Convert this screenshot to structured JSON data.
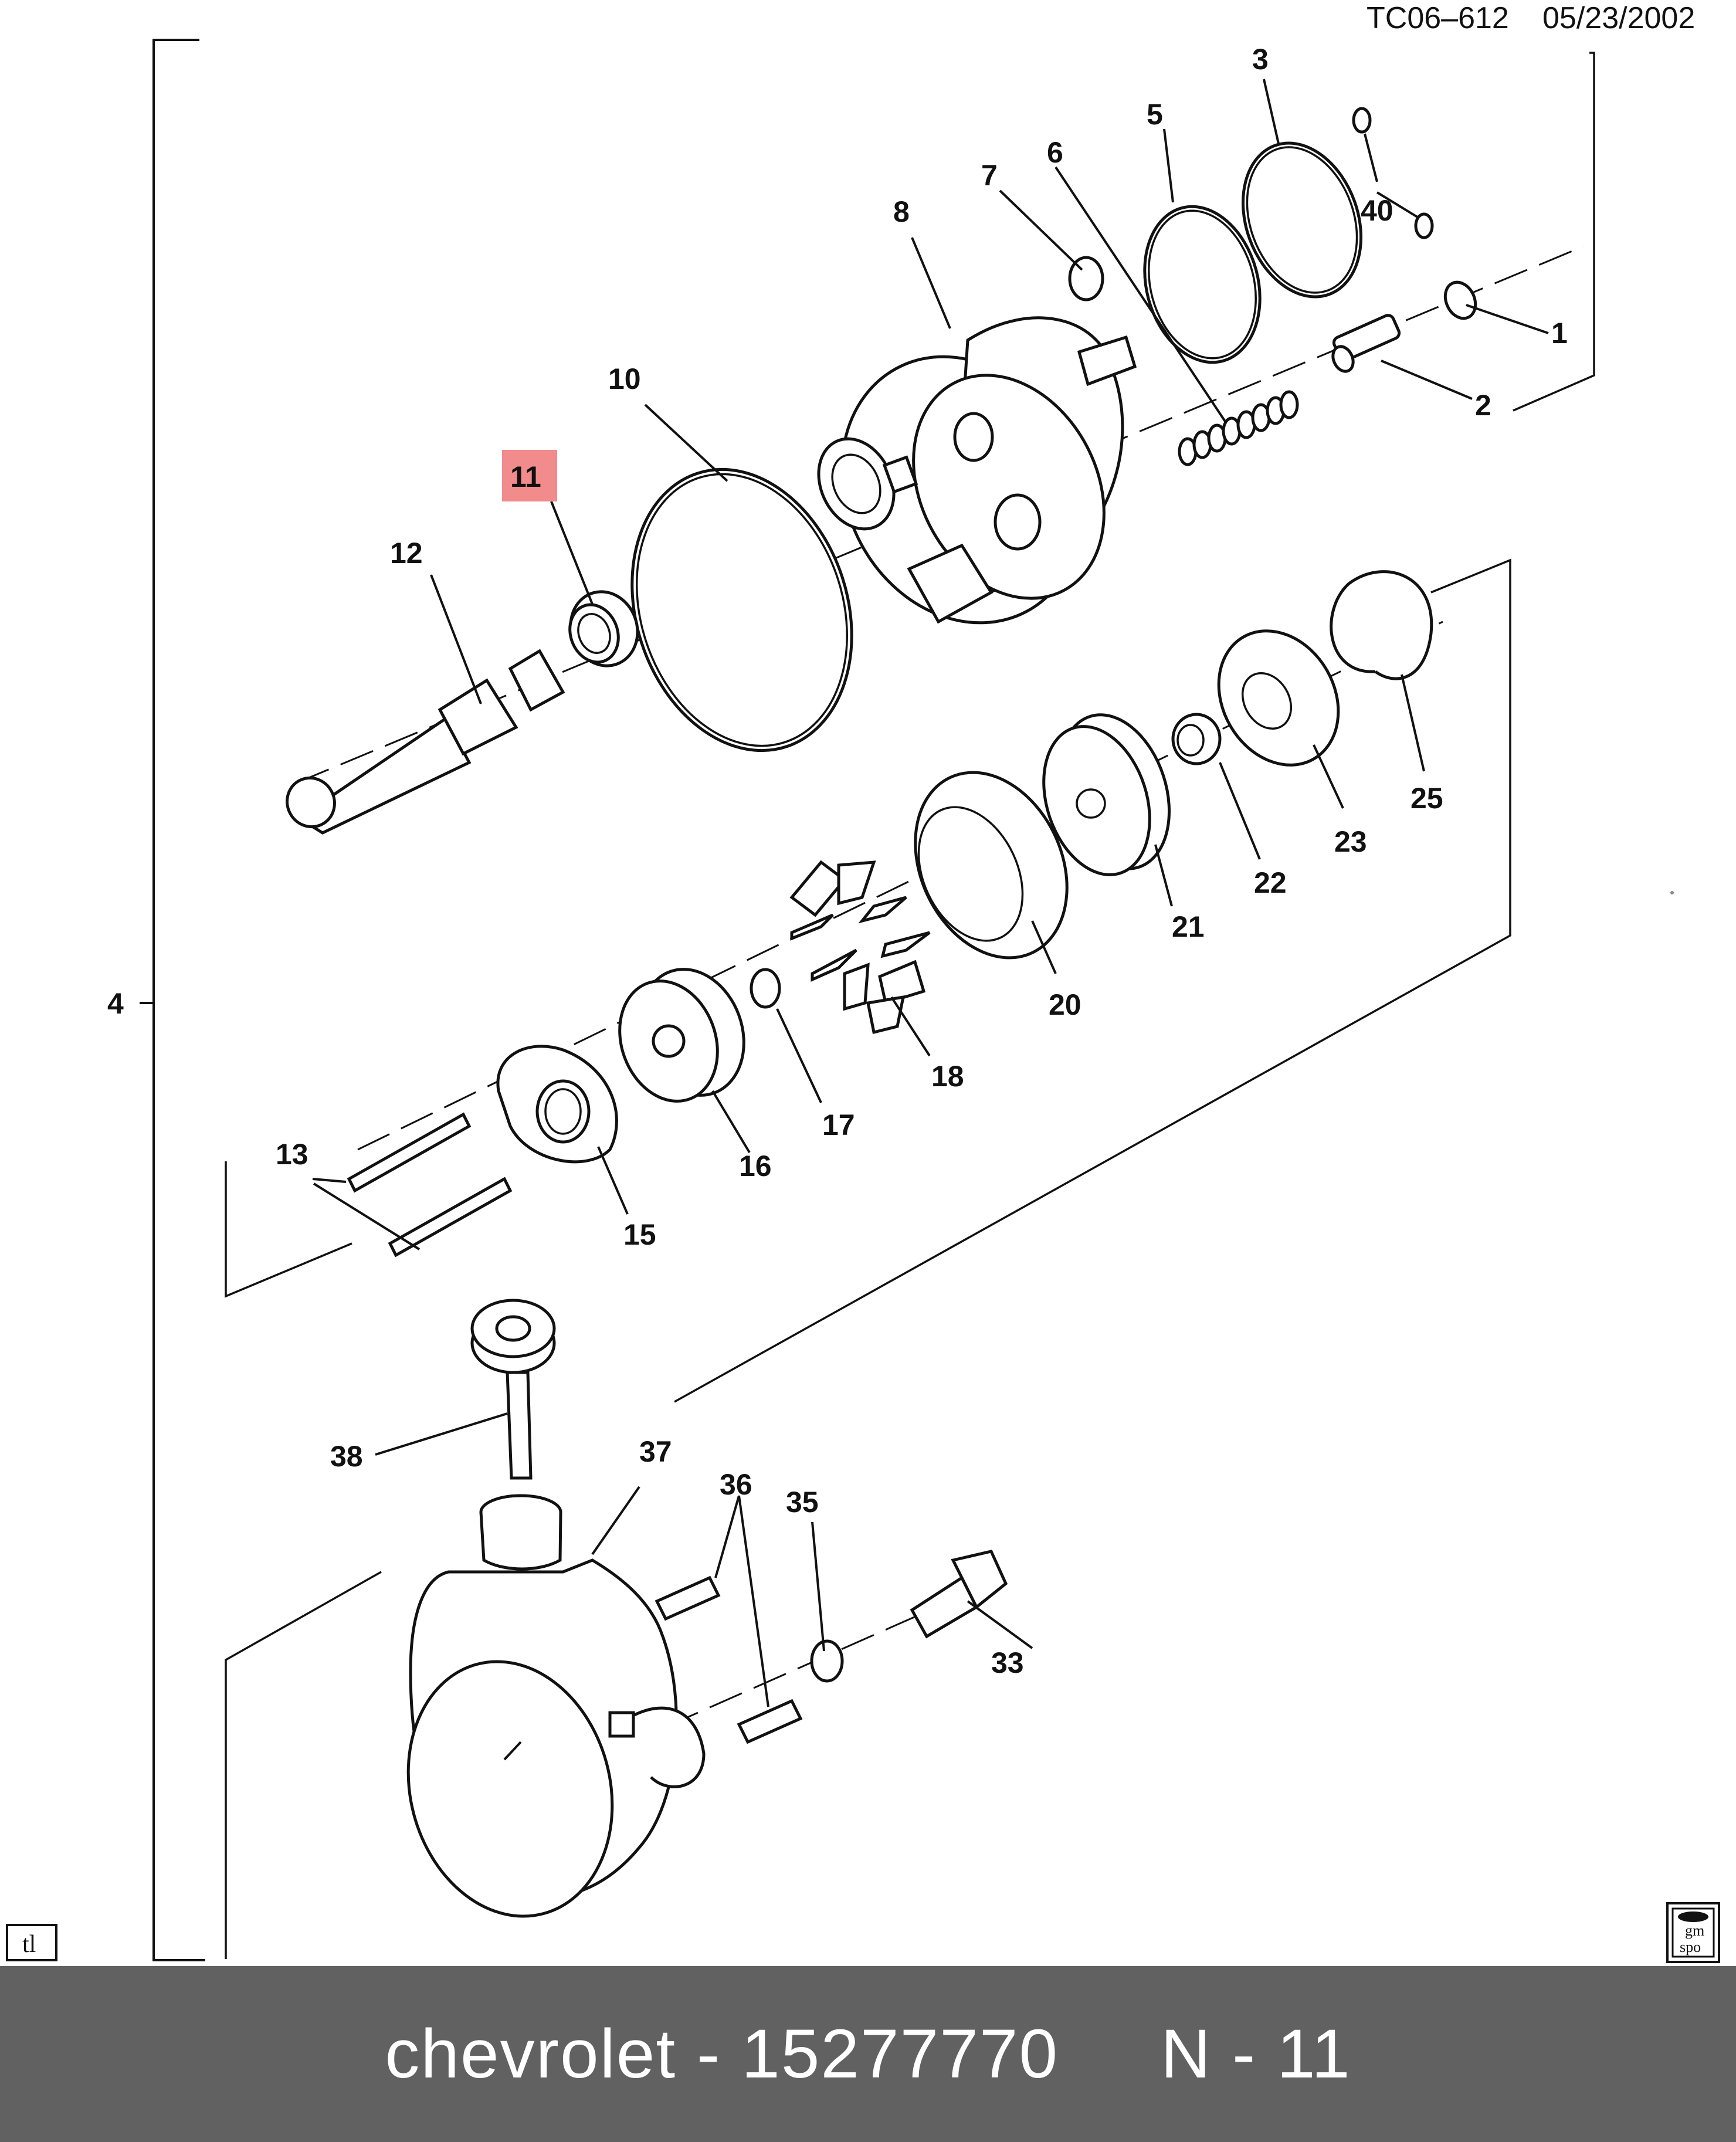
{
  "header": {
    "code": "TC06–612",
    "date": "05/23/2002"
  },
  "highlight": {
    "label": "11",
    "color": "#f28b8b"
  },
  "callouts": {
    "c1": "1",
    "c2": "2",
    "c3": "3",
    "c4": "4",
    "c5": "5",
    "c6": "6",
    "c7": "7",
    "c8": "8",
    "c10": "10",
    "c12": "12",
    "c13": "13",
    "c15": "15",
    "c16": "16",
    "c17": "17",
    "c18": "18",
    "c20": "20",
    "c21": "21",
    "c22": "22",
    "c23": "23",
    "c25": "25",
    "c33": "33",
    "c35": "35",
    "c36": "36",
    "c37": "37",
    "c38": "38",
    "c40": "40"
  },
  "corner_tag": "tl",
  "logo": {
    "line1": "gm",
    "line2": "spo"
  },
  "footer": {
    "brand": "chevrolet",
    "part_number": "15277770",
    "position": "N - 11",
    "text": "chevrolet - 15277770     N - 11"
  }
}
